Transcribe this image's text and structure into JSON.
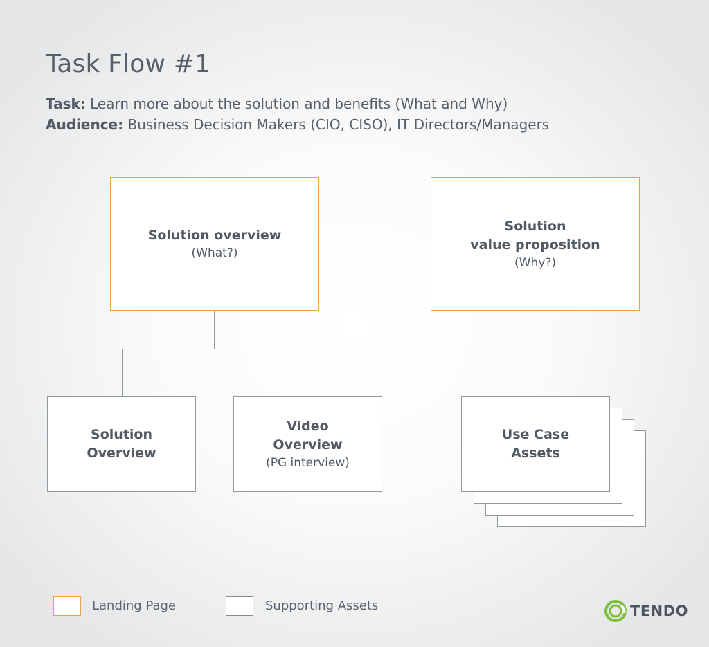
{
  "header": {
    "title": "Task Flow #1",
    "task_label": "Task:",
    "task_text": " Learn more about the solution and benefits (What and Why)",
    "audience_label": "Audience:",
    "audience_text": " Business Decision Makers (CIO, CISO), IT Directors/Managers"
  },
  "diagram": {
    "landing_1": {
      "line1": "Solution overview",
      "line2": "(What?)"
    },
    "landing_2": {
      "line1": "Solution",
      "line2": "value proposition",
      "line3": "(Why?)"
    },
    "asset_1": {
      "line1": "Solution",
      "line2": "Overview"
    },
    "asset_2": {
      "line1": "Video",
      "line2": "Overview",
      "line3": "(PG interview)"
    },
    "asset_3": {
      "line1": "Use Case",
      "line2": "Assets"
    }
  },
  "legend": {
    "landing": "Landing Page",
    "supporting": "Supporting Assets"
  },
  "logo": {
    "text": "TENDO"
  },
  "colors": {
    "landing_border": "#f0a24a",
    "support_border": "#8f99a2",
    "logo_green": "#7cbf3a",
    "text": "#4f5a64"
  }
}
